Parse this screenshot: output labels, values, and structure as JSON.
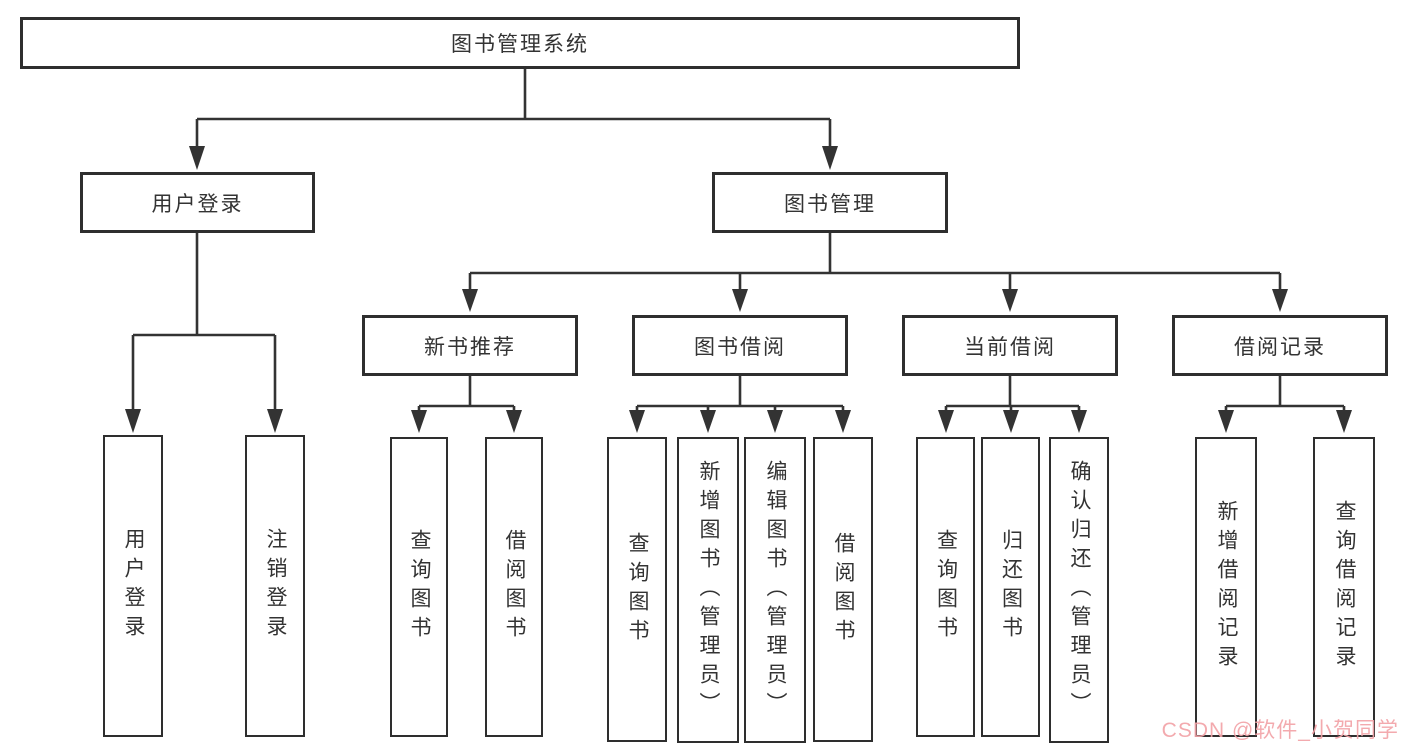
{
  "tree": {
    "label": "图书管理系统",
    "children": [
      {
        "label": "用户登录",
        "children": [
          {
            "label": "用户登录"
          },
          {
            "label": "注销登录"
          }
        ]
      },
      {
        "label": "图书管理",
        "children": [
          {
            "label": "新书推荐",
            "children": [
              {
                "label": "查询图书"
              },
              {
                "label": "借阅图书"
              }
            ]
          },
          {
            "label": "图书借阅",
            "children": [
              {
                "label": "查询图书"
              },
              {
                "label": "新增图书（管理员）"
              },
              {
                "label": "编辑图书（管理员）"
              },
              {
                "label": "借阅图书"
              }
            ]
          },
          {
            "label": "当前借阅",
            "children": [
              {
                "label": "查询图书"
              },
              {
                "label": "归还图书"
              },
              {
                "label": "确认归还（管理员）"
              }
            ]
          },
          {
            "label": "借阅记录",
            "children": [
              {
                "label": "新增借阅记录"
              },
              {
                "label": "查询借阅记录"
              }
            ]
          }
        ]
      }
    ]
  },
  "watermark": {
    "text": "CSDN @软件_小贺同学"
  },
  "colors": {
    "line": "#333333",
    "box_border": "#2e2e2e",
    "text": "#333333",
    "background": "#ffffff",
    "watermark": "#f2a3a8"
  }
}
